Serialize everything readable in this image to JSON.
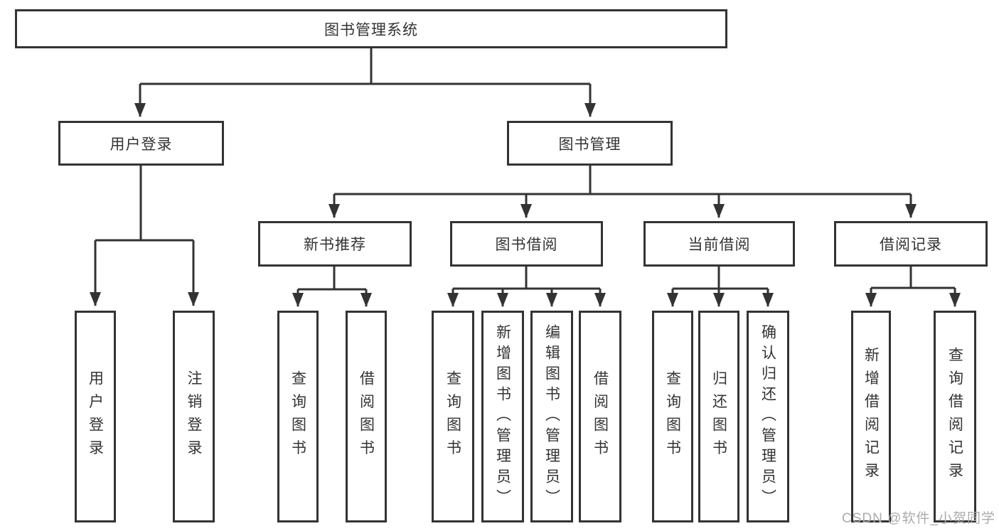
{
  "tree": {
    "root": "图书管理系统",
    "children": [
      {
        "label": "用户登录",
        "children": [
          "用户登录",
          "注销登录"
        ]
      },
      {
        "label": "图书管理",
        "children": [
          {
            "label": "新书推荐",
            "children": [
              "查询图书",
              "借阅图书"
            ]
          },
          {
            "label": "图书借阅",
            "children": [
              "查询图书",
              "新增图书（管理员）",
              "编辑图书（管理员）",
              "借阅图书"
            ]
          },
          {
            "label": "当前借阅",
            "children": [
              "查询图书",
              "归还图书",
              "确认归还（管理员）"
            ]
          },
          {
            "label": "借阅记录",
            "children": [
              "新增借阅记录",
              "查询借阅记录"
            ]
          }
        ]
      }
    ]
  },
  "watermark": "CSDN @软件_小贺同学",
  "colors": {
    "line": "#333333",
    "node_border": "#333333",
    "node_fill": "#ffffff",
    "text": "#333333",
    "watermark": "#ababab",
    "background": "#ffffff"
  }
}
